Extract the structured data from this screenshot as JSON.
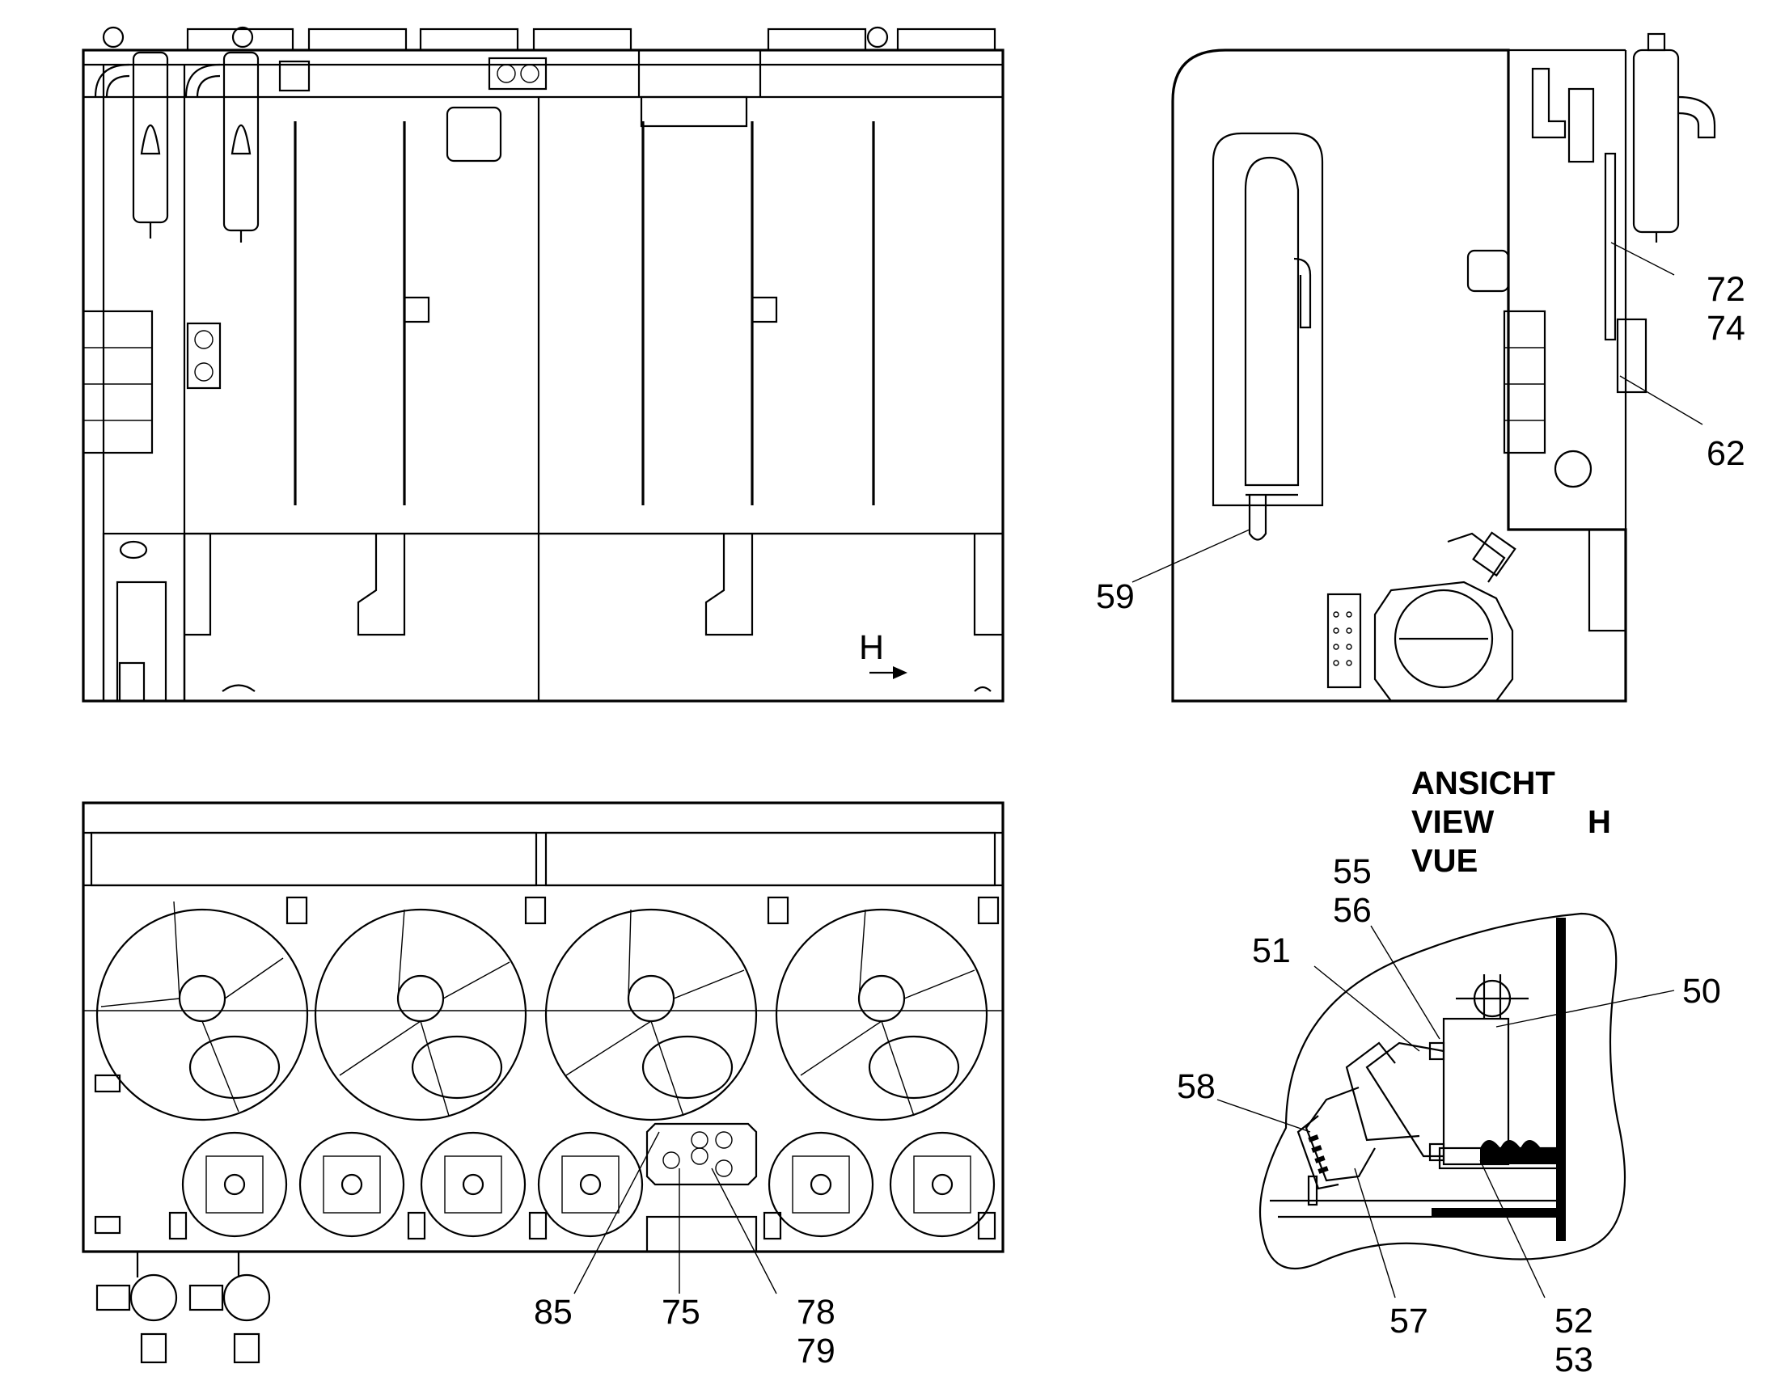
{
  "view_title": {
    "line1": "ANSICHT",
    "line2": "VIEW",
    "line3": "VUE",
    "view_letter": "H"
  },
  "view_marker": {
    "letter": "H"
  },
  "callouts": {
    "c50": "50",
    "c51": "51",
    "c52": "52",
    "c53": "53",
    "c55": "55",
    "c56": "56",
    "c57": "57",
    "c58": "58",
    "c59": "59",
    "c62": "62",
    "c72": "72",
    "c74": "74",
    "c75": "75",
    "c78": "78",
    "c79": "79",
    "c85": "85"
  },
  "icons": {
    "view_arrow": "arrow-right-icon"
  }
}
